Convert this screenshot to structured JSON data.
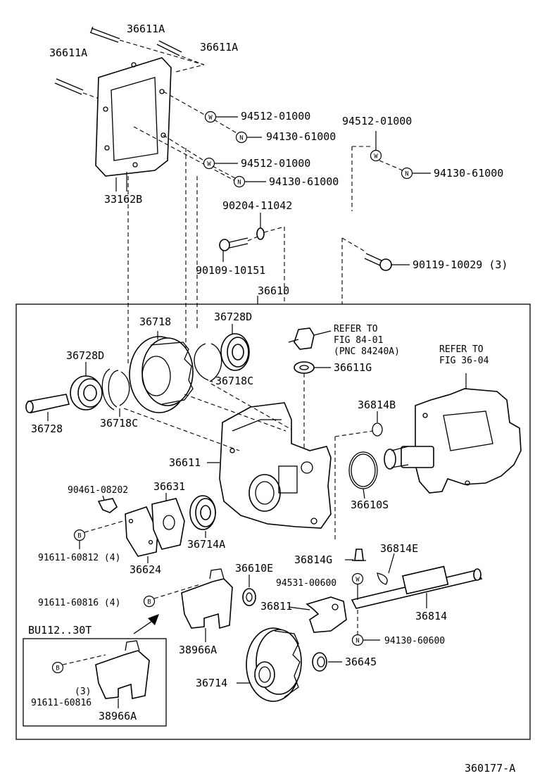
{
  "diagram_id": "360177-A",
  "assembly_label": "36610",
  "variant_box_title": "BU112..30T",
  "labels": {
    "stud_top": "36611A",
    "stud_right": "36611A",
    "stud_left": "36611A",
    "gasket": "33162B",
    "washer_1": "94512-01000",
    "nut_1": "94130-61000",
    "washer_2": "94512-01000",
    "nut_2": "94130-61000",
    "washer_right": "94512-01000",
    "nut_right": "94130-61000",
    "bolt_washer": "90204-11042",
    "bolt_left": "90109-10151",
    "bolt_right": "90119-10029 (3)",
    "gear_36718": "36718",
    "bearing_36728D_right": "36728D",
    "bearing_36728D_left": "36728D",
    "snap_ring_36718C_right": "36718C",
    "snap_ring_36718C_left": "36718C",
    "shaft_36728": "36728",
    "refer_1_line1": "REFER TO",
    "refer_1_line2": "FIG 84-01",
    "refer_1_line3": "(PNC 84240A)",
    "washer_36611G": "36611G",
    "refer_2_line1": "REFER TO",
    "refer_2_line2": "FIG 36-04",
    "oring_36814B": "36814B",
    "case_36611": "36611",
    "oring_36610S": "36610S",
    "clip_90461": "90461-08202",
    "cover_36631": "36631",
    "bolt_91611_60812": "91611-60812 (4)",
    "gasket_36624": "36624",
    "bearing_36714A": "36714A",
    "breather_36814G": "36814G",
    "clip_36814E": "36814E",
    "bushing_36610E": "36610E",
    "seal_94531": "94531-00600",
    "bolt_91611_60816": "91611-60816 (4)",
    "fork_36811": "36811",
    "shaft_36814": "36814",
    "nut_94130_60600": "94130-60600",
    "bracket_38966A": "38966A",
    "spacer_36645": "36645",
    "gear_36714": "36714",
    "inset_qty": "(3)",
    "inset_bolt": "91611-60816",
    "inset_bracket": "38966A"
  },
  "symbols": {
    "washer": "W",
    "nut": "N",
    "bolt": "B"
  }
}
